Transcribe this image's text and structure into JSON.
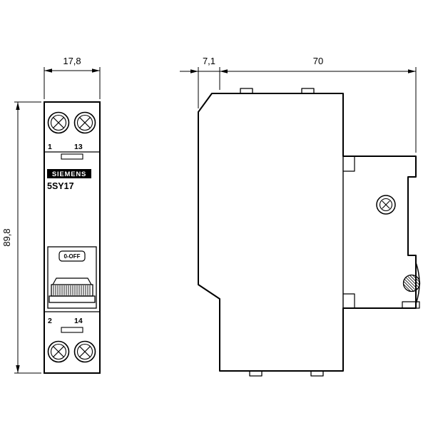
{
  "drawing": {
    "front": {
      "dim_width": "17,8",
      "dim_height": "89,8",
      "brand": "SIEMENS",
      "model": "5SY17",
      "switch_label": "0-OFF",
      "terminal_top_left": "1",
      "terminal_top_right": "13",
      "terminal_bottom_left": "2",
      "terminal_bottom_right": "14"
    },
    "side": {
      "dim_protrusion": "7,1",
      "dim_depth": "70"
    },
    "colors": {
      "line": "#000000",
      "background": "#ffffff"
    }
  }
}
